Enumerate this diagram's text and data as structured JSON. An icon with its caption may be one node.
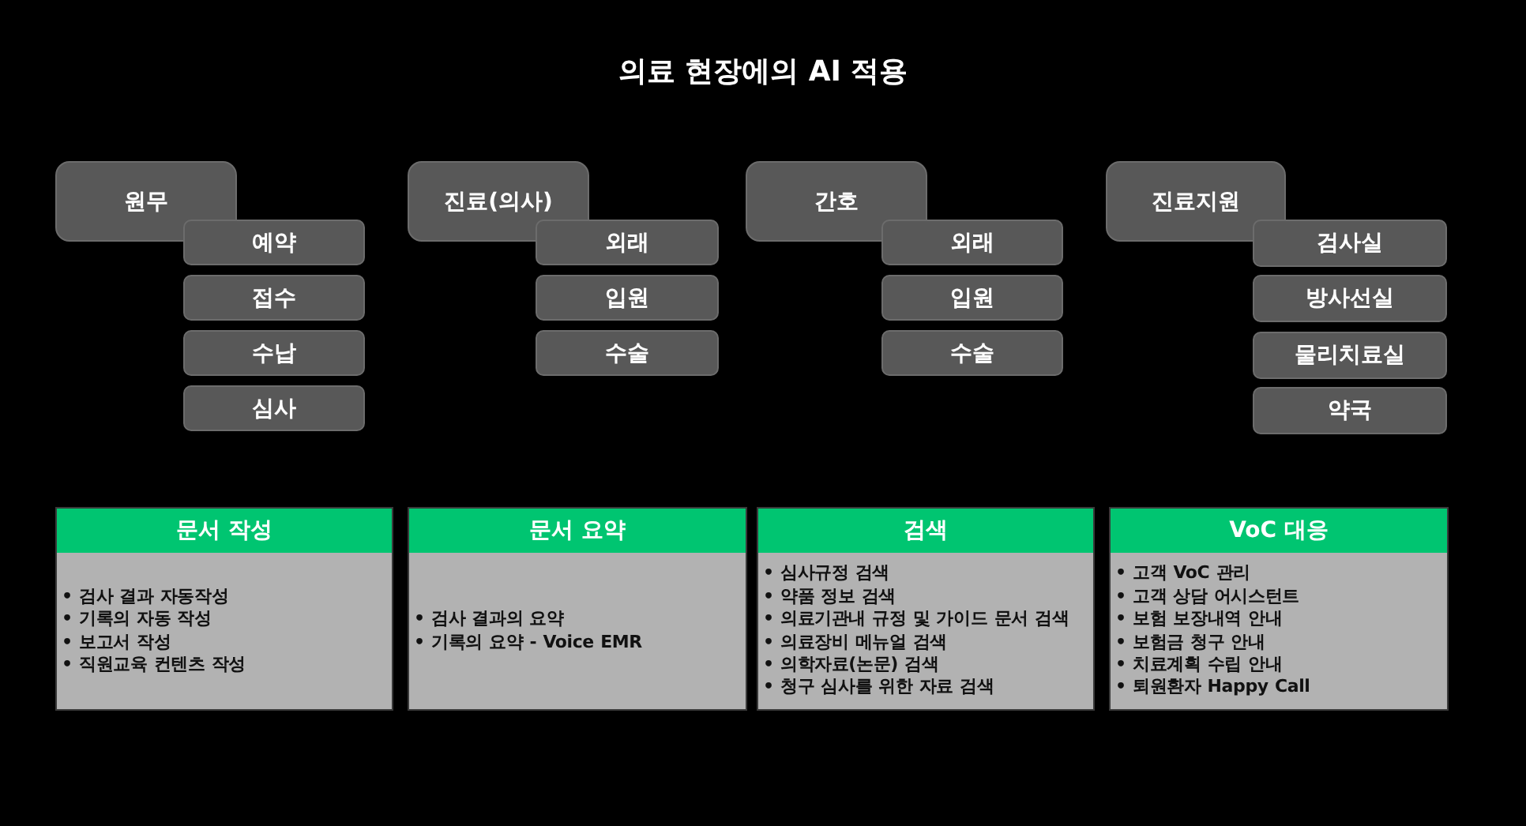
{
  "diagram": {
    "title": "의료 현장에의 AI 적용",
    "nodes": [
      {
        "text": [
          "원무"
        ]
      },
      {
        "text": [
          "예약"
        ]
      },
      {
        "text": [
          "접수"
        ]
      },
      {
        "text": [
          "수납"
        ]
      },
      {
        "text": [
          "심사"
        ]
      },
      {
        "text": [
          "진료(의사)"
        ]
      },
      {
        "text": [
          "외래"
        ]
      },
      {
        "text": [
          "입원"
        ]
      },
      {
        "text": [
          "수술"
        ]
      },
      {
        "text": [
          "간호"
        ]
      },
      {
        "text": [
          "외래"
        ]
      },
      {
        "text": [
          "입원"
        ]
      },
      {
        "text": [
          "수술"
        ]
      },
      {
        "text": [
          "진료지원"
        ]
      },
      {
        "text": [
          "검사실"
        ]
      },
      {
        "text": [
          "방사선실"
        ]
      },
      {
        "text": [
          "물리치료실"
        ]
      },
      {
        "text": [
          "약국"
        ]
      },
      {
        "text": [
          "문서 작성",
          "• 검사 결과 자동작성",
          "• 기록의 자동 작성",
          "• 보고서 작성",
          "• 직원교육 컨텐츠 작성"
        ]
      },
      {
        "text": [
          "문서 요약",
          "• 검사 결과의 요약",
          "• 기록의 요약 - Voice EMR"
        ]
      },
      {
        "text": [
          "검색",
          "• 심사규정 검색",
          "• 약품 정보 검색",
          "• 의료기관내 규정 및 가이드 문서 검색",
          "• 의료장비 메뉴얼 검색",
          "• 의학자료(논문) 검색",
          "• 청구 심사를 위한 자료 검색"
        ]
      },
      {
        "text": [
          "VoC 대응",
          "• 고객 VoC 관리",
          "• 고객 상담 어시스턴트",
          "• 보험 보장내역 안내",
          "• 보험금 청구 안내",
          "• 치료계획 수립 안내",
          "• 퇴원환자 Happy Call"
        ]
      }
    ]
  }
}
